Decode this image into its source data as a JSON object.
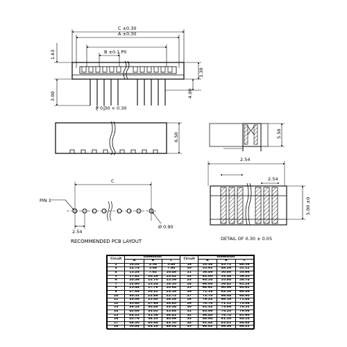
{
  "front_view": {
    "dim_overall": "C ±0.30",
    "dim_inner": "A ±0.30",
    "dim_pitch": "B ±0.1 P0",
    "dim_left_a": "1.63",
    "dim_left_b": "3.00",
    "dim_right_a": "3.30",
    "dim_right_b": "4.00",
    "dim_bottom": "P 0.30 × 0.30"
  },
  "top_view": {
    "dim_height": "6.50"
  },
  "side_view": {
    "dim_height": "5.50"
  },
  "pcb_layout": {
    "pin1_label": "PIN 1",
    "dim_c": "C",
    "dim_pitch": "2.54",
    "hole_label": "Ø 0.90",
    "caption": "RECOMMENDED PCB LAYOUT"
  },
  "section_view": {
    "dim_top": "2.54",
    "dim_inner": "2.54",
    "dim_right": "5.00 ±0",
    "caption": "DETAIL OF 0.30 ± 0.05"
  },
  "dimension_table": {
    "headers": {
      "circuit": "Circuit",
      "dimension": "Dimension",
      "a": "A",
      "b": "B",
      "c": "C"
    },
    "rows_left": [
      [
        "2",
        "10.20",
        "2.54",
        "5.40"
      ],
      [
        "3",
        "12.74",
        "5.08",
        "7.94"
      ],
      [
        "4",
        "15.28",
        "7.62",
        "10.48"
      ],
      [
        "5",
        "17.82",
        "10.16",
        "13.02"
      ],
      [
        "6",
        "20.36",
        "12.70",
        "15.56"
      ],
      [
        "7",
        "22.90",
        "15.24",
        "18.10"
      ],
      [
        "8",
        "25.44",
        "17.78",
        "20.64"
      ],
      [
        "9",
        "27.98",
        "20.32",
        "23.18"
      ],
      [
        "10",
        "30.52",
        "22.86",
        "25.72"
      ],
      [
        "11",
        "33.06",
        "25.40",
        "28.26"
      ],
      [
        "12",
        "35.60",
        "27.94",
        "30.80"
      ],
      [
        "13",
        "38.14",
        "30.48",
        "33.34"
      ],
      [
        "14",
        "40.68",
        "33.02",
        "35.88"
      ],
      [
        "15",
        "43.22",
        "35.56",
        "38.42"
      ],
      [
        "16",
        "45.76",
        "38.10",
        "40.96"
      ],
      [
        "17",
        "48.30",
        "40.64",
        "43.50"
      ],
      [
        "18",
        "50.84",
        "43.18",
        "46.04"
      ]
    ],
    "rows_right": [
      [
        "19",
        "53.38",
        "45.72",
        "48.58"
      ],
      [
        "20",
        "55.92",
        "48.26",
        "51.12"
      ],
      [
        "21",
        "58.46",
        "50.80",
        "53.66"
      ],
      [
        "22",
        "61.00",
        "53.34",
        "56.20"
      ],
      [
        "23",
        "63.54",
        "55.88",
        "58.74"
      ],
      [
        "24",
        "66.08",
        "58.42",
        "61.28"
      ],
      [
        "25",
        "68.62",
        "60.96",
        "63.82"
      ],
      [
        "26",
        "71.16",
        "63.50",
        "66.36"
      ],
      [
        "27",
        "73.70",
        "66.04",
        "68.90"
      ],
      [
        "28",
        "76.24",
        "68.58",
        "71.44"
      ],
      [
        "29",
        "78.78",
        "71.12",
        "73.98"
      ],
      [
        "30",
        "81.32",
        "73.66",
        "76.52"
      ],
      [
        "31",
        "83.86",
        "76.20",
        "79.06"
      ],
      [
        "32",
        "86.40",
        "78.74",
        "81.60"
      ],
      [
        "33",
        "88.94",
        "81.28",
        "84.14"
      ],
      [
        "34",
        "91.48",
        "83.82",
        "86.68"
      ],
      [
        "35",
        "94.02",
        "86.36",
        "89.22"
      ]
    ]
  }
}
